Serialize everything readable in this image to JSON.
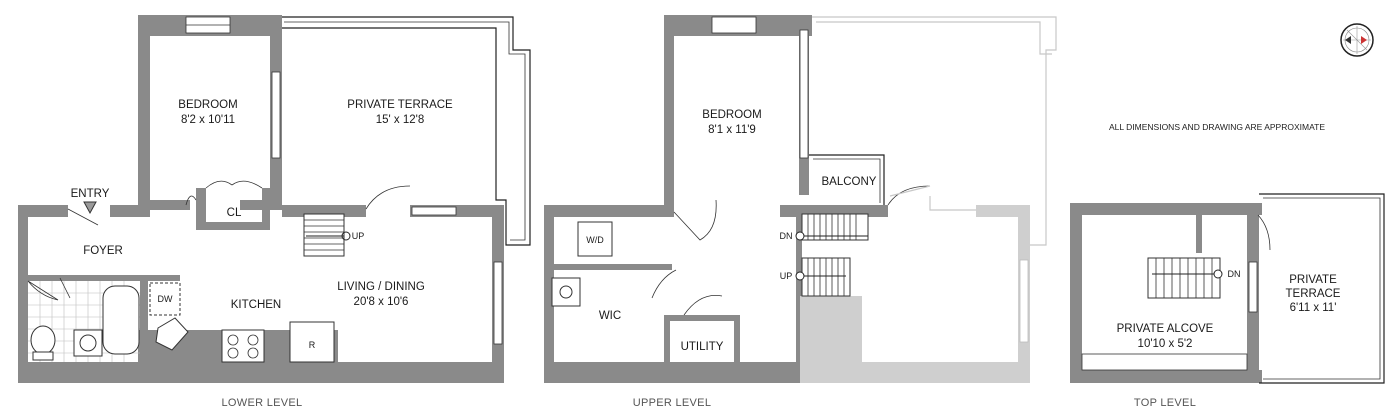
{
  "note": "ALL DIMENSIONS AND DRAWING ARE APPROXIMATE",
  "levels": {
    "lower": {
      "title": "LOWER LEVEL",
      "bedroom": {
        "name": "BEDROOM",
        "size": "8'2 x 10'11"
      },
      "terrace": {
        "name": "PRIVATE TERRACE",
        "size": "15' x 12'8"
      },
      "entry": "ENTRY",
      "foyer": "FOYER",
      "closet": "CL",
      "kitchen": "KITCHEN",
      "dishwasher": "DW",
      "fridge": "R",
      "living": {
        "name": "LIVING / DINING",
        "size": "20'8 x 10'6"
      },
      "stair_up": "UP"
    },
    "upper": {
      "title": "UPPER LEVEL",
      "bedroom": {
        "name": "BEDROOM",
        "size": "8'1 x 11'9"
      },
      "balcony": "BALCONY",
      "washer_dryer": "W/D",
      "wic": "WIC",
      "utility": "UTILITY",
      "stair_down": "DN",
      "stair_up": "UP"
    },
    "top": {
      "title": "TOP LEVEL",
      "alcove": {
        "name": "PRIVATE ALCOVE",
        "size": "10'10 x 5'2"
      },
      "terrace": {
        "name": "PRIVATE",
        "name2": "TERRACE",
        "size": "6'11 x 11'"
      },
      "stair_down": "DN"
    }
  },
  "compass": {
    "icon": "compass-icon"
  }
}
